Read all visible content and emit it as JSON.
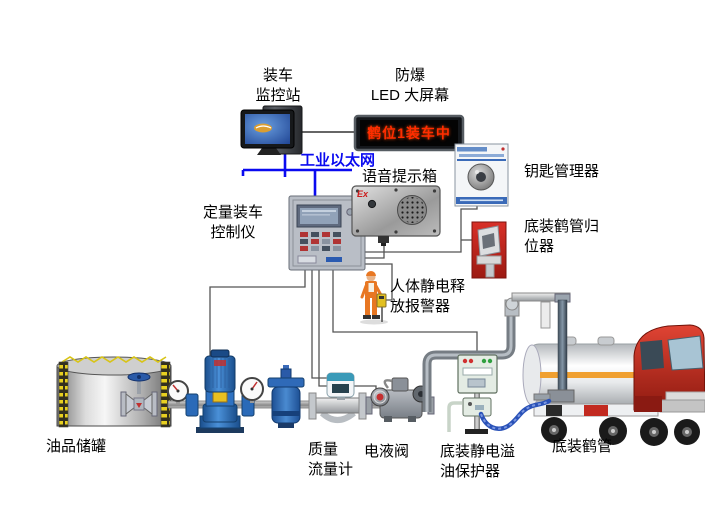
{
  "nodes": {
    "monitor_station": {
      "label": "装车\n监控站"
    },
    "led_screen": {
      "label": "防爆\nLED 大屏幕",
      "display_text": "鹤位1装车中"
    },
    "ethernet": {
      "label": "工业以太网"
    },
    "controller": {
      "label": "定量装车\n控制仪"
    },
    "voice_box": {
      "label": "语音提示箱",
      "ex_mark": "Ex"
    },
    "key_manager": {
      "label": "钥匙管理器"
    },
    "arm_homing": {
      "label": "底装鹤管归\n位器"
    },
    "static_alarm": {
      "label": "人体静电释\n放报警器"
    },
    "oil_tank": {
      "label": "油品储罐"
    },
    "flow_meter": {
      "label": "质量\n流量计"
    },
    "hydraulic_valve": {
      "label": "电液阀"
    },
    "overflow_protector": {
      "label": "底装静电溢\n油保护器"
    },
    "loading_arm": {
      "label": "底装鹤管"
    }
  },
  "colors": {
    "ethernet_blue": "#0a0af0",
    "led_red": "#ff2d00",
    "wire_gray": "#555555",
    "pump_blue": "#2f72c2",
    "worker_orange": "#e87722",
    "truck_cab_red": "#c8281e",
    "tank_stripe_orange": "#f0a030",
    "homing_device_red": "#c42020"
  }
}
